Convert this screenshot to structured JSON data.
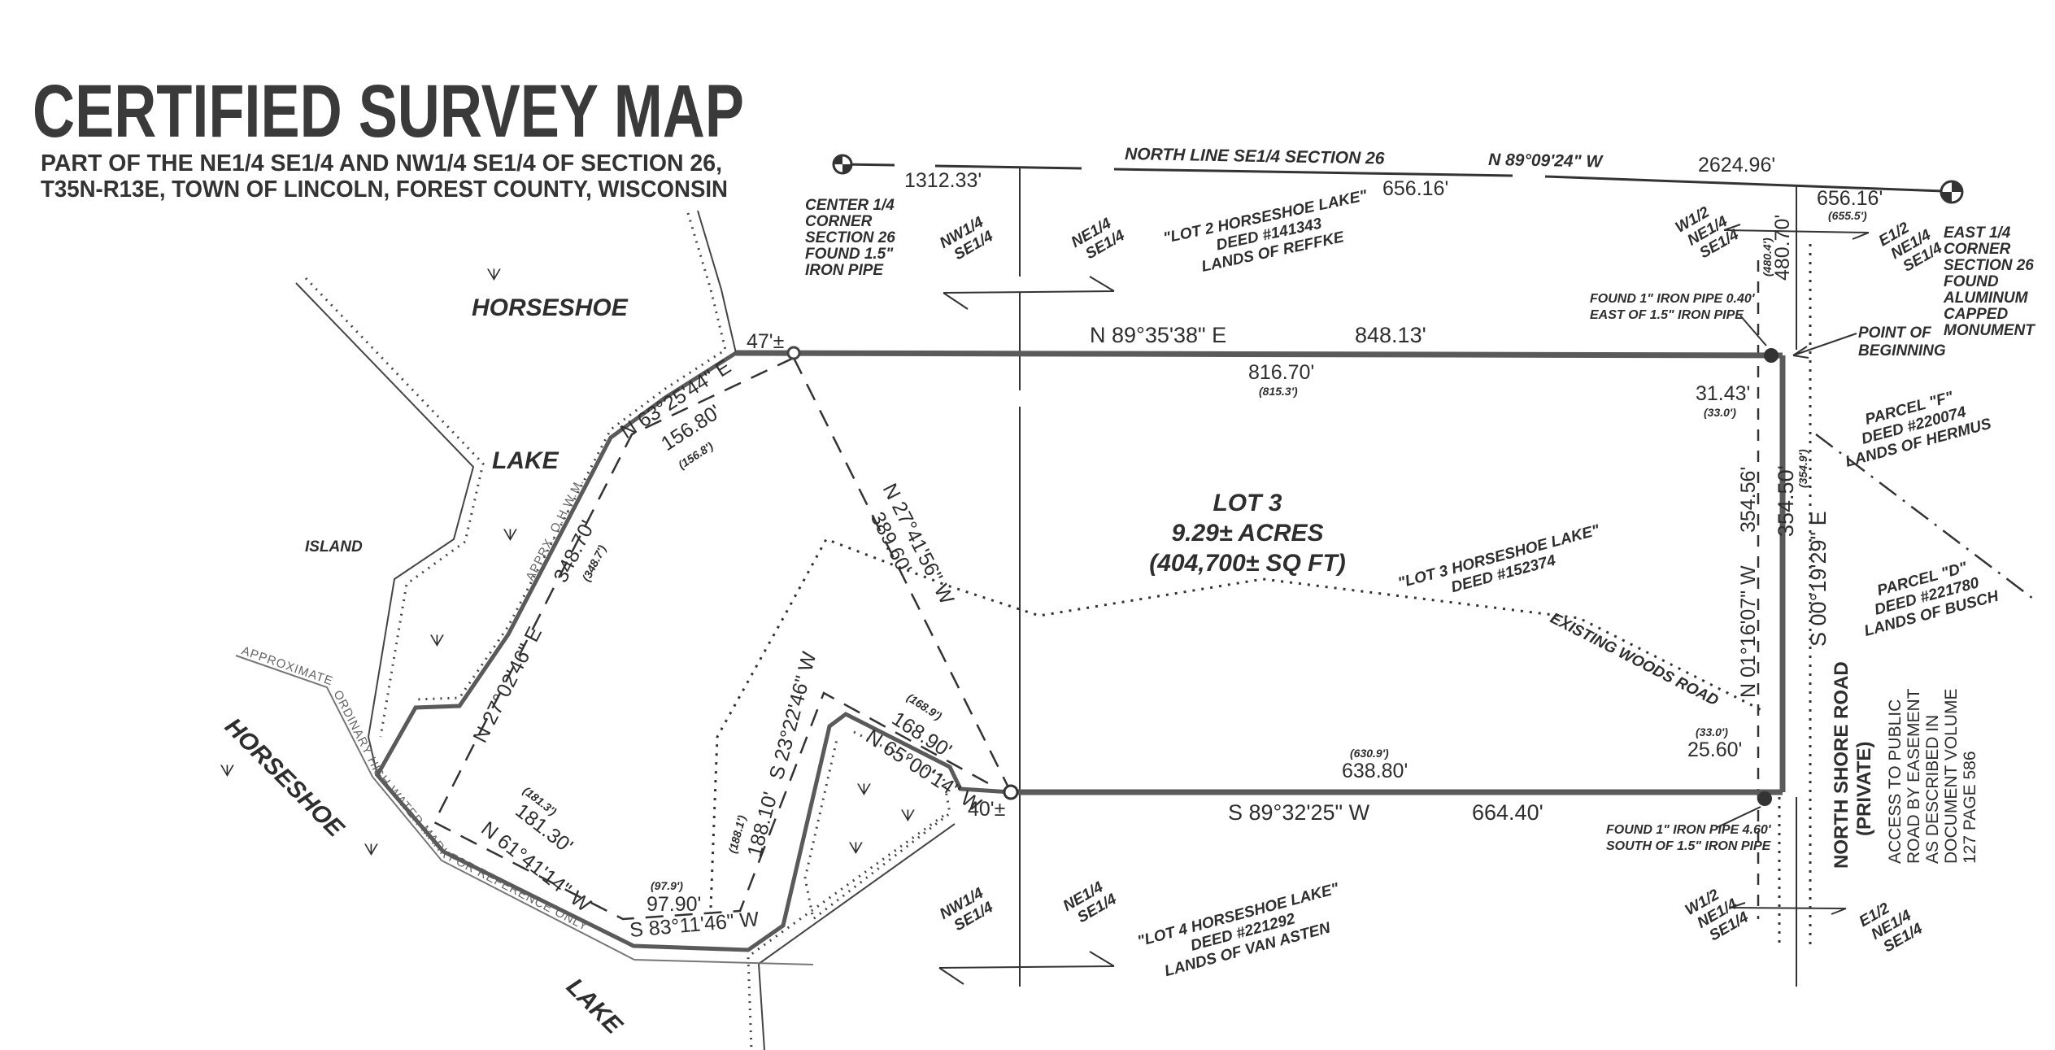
{
  "title": "CERTIFIED SURVEY MAP",
  "subtitle": [
    "PART OF THE NE1/4 SE1/4 AND NW1/4 SE1/4 OF SECTION 26,",
    "T35N-R13E, TOWN OF LINCOLN, FOREST COUNTY, WISCONSIN"
  ],
  "north_line": {
    "label": "NORTH LINE SE1/4 SECTION 26",
    "bearing": "N 89°09'24\" W",
    "total": "2624.96'",
    "west_segment": "1312.33'",
    "mid_segment": "656.16'",
    "east_segment": "656.16'",
    "east_record": "(655.5')"
  },
  "corners": {
    "center": [
      "CENTER 1/4",
      "CORNER",
      "SECTION 26",
      "FOUND 1.5\"",
      "IRON PIPE"
    ],
    "east": [
      "EAST 1/4",
      "CORNER",
      "SECTION 26",
      "FOUND",
      "ALUMINUM",
      "CAPPED",
      "MONUMENT"
    ]
  },
  "quarters": {
    "nw_top": [
      "NW1/4",
      "SE1/4"
    ],
    "ne_top": [
      "NE1/4",
      "SE1/4"
    ],
    "nw_bottom": [
      "NW1/4",
      "SE1/4"
    ],
    "ne_bottom": [
      "NE1/4",
      "SE1/4"
    ],
    "w_half_top": [
      "W1/2",
      "NE1/4",
      "SE1/4"
    ],
    "e_half_top": [
      "E1/2",
      "NE1/4",
      "SE1/4"
    ],
    "w_half_bottom": [
      "W1/2",
      "NE1/4",
      "SE1/4"
    ],
    "e_half_bottom": [
      "E1/2",
      "NE1/4",
      "SE1/4"
    ]
  },
  "adjoiners": {
    "lot2": [
      "\"LOT 2 HORSESHOE LAKE\"",
      "DEED #141343",
      "LANDS OF REFFKE"
    ],
    "lot3": [
      "\"LOT 3 HORSESHOE LAKE\"",
      "DEED #152374"
    ],
    "lot4": [
      "\"LOT 4 HORSESHOE LAKE\"",
      "DEED #221292",
      "LANDS OF VAN ASTEN"
    ],
    "parcel_f": [
      "PARCEL \"F\"",
      "DEED #220074",
      "LANDS OF HERMUS"
    ],
    "parcel_d": [
      "PARCEL \"D\"",
      "DEED #221780",
      "LANDS OF BUSCH"
    ]
  },
  "lot": {
    "name": "LOT 3",
    "acres": "9.29± ACRES",
    "sqft": "(404,700± SQ FT)"
  },
  "boundary": {
    "north_bearing": "N 89°35'38\" E",
    "north_total": "848.13'",
    "north_part": "816.70'",
    "north_record": "(815.3')",
    "north_offset": "47'±",
    "south_bearing": "S 89°32'25\" W",
    "south_total": "664.40'",
    "south_part": "638.80'",
    "south_record": "(630.9')",
    "south_offset": "40'±",
    "east_bearing": "S 00°19'29\" E",
    "east_dist": "354.50'",
    "east_record": "(354.9')",
    "row_bearing": "N 01°16'07\" W",
    "row_dist": "354.56'",
    "north_tie": "480.70'",
    "north_tie_record": "(480.4')",
    "tie_top": "31.43'",
    "tie_top_record": "(33.0')",
    "tie_bottom": "25.60'",
    "tie_bottom_record": "(33.0')",
    "tie_line_bearing": "N 27°41'56\" W",
    "tie_line_dist": "389.60'",
    "m1_bearing": "N 63°25'44\" E",
    "m1_dist": "156.80'",
    "m1_record": "(156.8')",
    "m2_bearing": "N 27°02'46\" E",
    "m2_dist": "348.70'",
    "m2_record": "(348.7')",
    "m3_bearing": "N 61°41'14\" W",
    "m3_dist": "181.30'",
    "m3_record": "(181.3')",
    "m4_bearing": "S 83°11'46\" W",
    "m4_dist": "97.90'",
    "m4_record": "(97.9')",
    "m5_bearing": "S 23°22'46\" W",
    "m5_dist": "188.10'",
    "m5_record": "(188.1')",
    "m6_bearing": "N 65°00'14\" W",
    "m6_dist": "168.90'",
    "m6_record": "(168.9')",
    "ohwm_short": "APPRX. O.H.W.M.",
    "ohwm_long": "APPROXIMATE ORDINARY HIGH WATER MARK FOR REFERENCE ONLY"
  },
  "pipes": {
    "north_pipe": [
      "FOUND 1\" IRON PIPE 0.40'",
      "EAST OF 1.5\" IRON PIPE"
    ],
    "south_pipe": [
      "FOUND 1\" IRON PIPE 4.60'",
      "SOUTH OF 1.5\" IRON PIPE"
    ],
    "pob": [
      "POINT OF",
      "BEGINNING"
    ]
  },
  "lake": {
    "upper": [
      "HORSESHOE",
      "LAKE"
    ],
    "island": "ISLAND",
    "lower": [
      "HORSESHOE",
      "LAKE"
    ]
  },
  "road": {
    "woods": "EXISTING WOODS ROAD",
    "north_shore": [
      "NORTH SHORE ROAD",
      "(PRIVATE)"
    ],
    "access": [
      "ACCESS TO PUBLIC",
      "ROAD BY EASEMENT",
      "AS DESCRIBED IN",
      "DOCUMENT VOLUME",
      "127 PAGE 586"
    ]
  }
}
